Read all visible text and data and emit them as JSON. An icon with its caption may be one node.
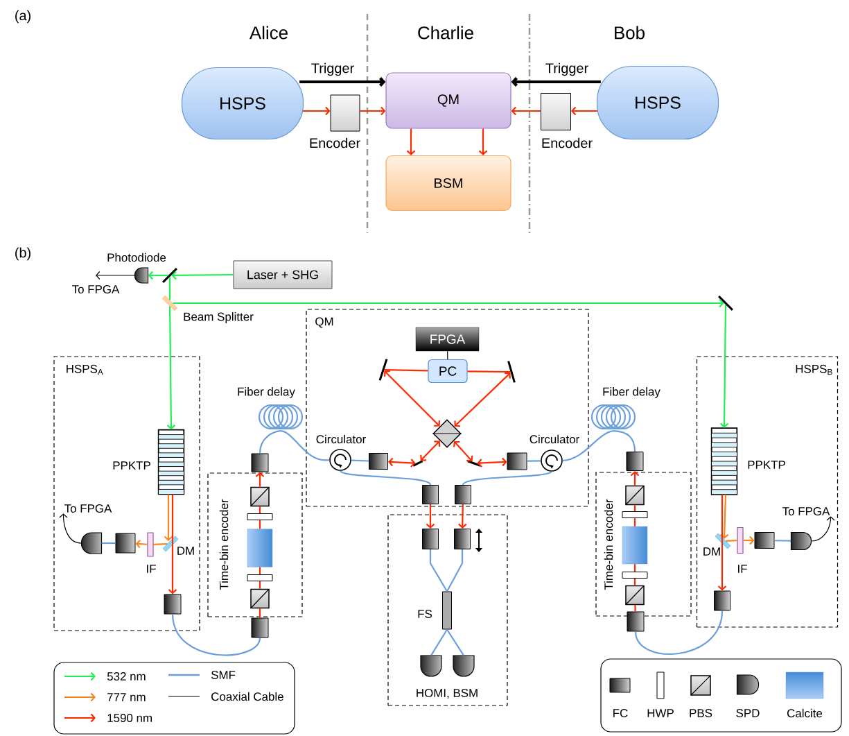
{
  "diagram": {
    "nodes": [
      {
        "text": [
          "HSPS"
        ]
      },
      {
        "text": [
          "Encoder"
        ]
      },
      {
        "text": [
          "QM"
        ]
      },
      {
        "text": [
          "BSM"
        ]
      },
      {
        "text": [
          "Encoder"
        ]
      },
      {
        "text": [
          "HSPS"
        ]
      },
      {
        "text": [
          "Laser + SHG"
        ]
      },
      {
        "text": [
          "Photodiode"
        ]
      },
      {
        "text": [
          "To FPGA"
        ]
      },
      {
        "text": [],
        "shape": "mirror"
      },
      {
        "text": [
          "Beam Splitter"
        ]
      },
      {
        "text": [],
        "shape": "mirror"
      },
      {
        "text": [
          "HSPS$_{A}$"
        ]
      },
      {
        "text": [
          "PPKTP"
        ],
        "in": 12
      },
      {
        "text": [
          "DM"
        ],
        "in": 12
      },
      {
        "text": [
          "IF"
        ],
        "in": 12
      },
      {
        "text": [],
        "shape": "box",
        "in": 12
      },
      {
        "text": [],
        "shape": "detector",
        "in": 12
      },
      {
        "text": [
          "To FPGA"
        ],
        "in": 12
      },
      {
        "text": [],
        "shape": "box",
        "in": 12
      },
      {
        "text": [
          "Time-bin encoder"
        ]
      },
      {
        "text": [],
        "shape": "box"
      },
      {
        "text": [],
        "shape": "cube",
        "in": 20
      },
      {
        "text": [],
        "shape": "plate",
        "in": 20
      },
      {
        "text": [],
        "shape": "crystal",
        "in": 20
      },
      {
        "text": [],
        "shape": "plate",
        "in": 20
      },
      {
        "text": [],
        "shape": "cube",
        "in": 20
      },
      {
        "text": [],
        "shape": "box"
      },
      {
        "text": [
          "Fiber delay"
        ]
      },
      {
        "text": [
          "QM"
        ]
      },
      {
        "text": [
          "FPGA"
        ],
        "in": 29
      },
      {
        "text": [
          "PC"
        ],
        "in": 29
      },
      {
        "text": [],
        "shape": "mirror",
        "in": 29
      },
      {
        "text": [],
        "shape": "mirror",
        "in": 29
      },
      {
        "text": [],
        "shape": "diamond",
        "in": 29
      },
      {
        "text": [
          "Circulator"
        ],
        "in": 29
      },
      {
        "text": [],
        "shape": "box",
        "in": 29
      },
      {
        "text": [],
        "shape": "mirror",
        "in": 29
      },
      {
        "text": [],
        "shape": "mirror",
        "in": 29
      },
      {
        "text": [],
        "shape": "box",
        "in": 29
      },
      {
        "text": [
          "Circulator"
        ],
        "in": 29
      },
      {
        "text": [],
        "shape": "box",
        "in": 29
      },
      {
        "text": [],
        "shape": "box",
        "in": 29
      },
      {
        "text": [
          "HOMI, BSM"
        ]
      },
      {
        "text": [],
        "shape": "box",
        "in": 43
      },
      {
        "text": [],
        "shape": "box",
        "in": 43
      },
      {
        "text": [
          "FS"
        ],
        "in": 43
      },
      {
        "text": [],
        "shape": "detector",
        "in": 43
      },
      {
        "text": [],
        "shape": "detector",
        "in": 43
      },
      {
        "text": [
          "Fiber delay"
        ]
      },
      {
        "text": [
          "Time-bin encoder"
        ]
      },
      {
        "text": [],
        "shape": "box"
      },
      {
        "text": [],
        "shape": "cube",
        "in": 50
      },
      {
        "text": [],
        "shape": "plate",
        "in": 50
      },
      {
        "text": [],
        "shape": "crystal",
        "in": 50
      },
      {
        "text": [],
        "shape": "plate",
        "in": 50
      },
      {
        "text": [],
        "shape": "cube",
        "in": 50
      },
      {
        "text": [],
        "shape": "box"
      },
      {
        "text": [
          "HSPS$_{B}$"
        ]
      },
      {
        "text": [
          "PPKTP"
        ],
        "in": 58
      },
      {
        "text": [
          "DM"
        ],
        "in": 58
      },
      {
        "text": [
          "IF"
        ],
        "in": 58
      },
      {
        "text": [],
        "shape": "box",
        "in": 58
      },
      {
        "text": [],
        "shape": "detector",
        "in": 58
      },
      {
        "text": [
          "To FPGA"
        ],
        "in": 58
      },
      {
        "text": [],
        "shape": "box",
        "in": 58
      }
    ],
    "edges": [
      {
        "from": 0,
        "to": 2,
        "arrow": "to",
        "label": "Trigger",
        "style": "thick",
        "color": "#000000"
      },
      {
        "from": 0,
        "to": 1,
        "arrow": "to",
        "color": "#ff2a00"
      },
      {
        "from": 1,
        "to": 2,
        "arrow": "to",
        "color": "#ff2a00"
      },
      {
        "from": 2,
        "to": 3,
        "arrow": "to",
        "color": "#ff2a00"
      },
      {
        "from": 2,
        "to": 3,
        "arrow": "to",
        "color": "#ff2a00"
      },
      {
        "from": 5,
        "to": 2,
        "arrow": "to",
        "label": "Trigger",
        "style": "thick",
        "color": "#000000"
      },
      {
        "from": 5,
        "to": 4,
        "arrow": "to",
        "color": "#ff2a00"
      },
      {
        "from": 4,
        "to": 2,
        "arrow": "to",
        "color": "#ff2a00"
      },
      {
        "from": 6,
        "to": 9,
        "arrow": "to",
        "color": "#22ee55"
      },
      {
        "from": 9,
        "to": 7,
        "arrow": "to",
        "color": "#22ee55"
      },
      {
        "from": 7,
        "to": 8,
        "arrow": "to",
        "color": "#000000"
      },
      {
        "from": 9,
        "to": 10,
        "arrow": "none",
        "color": "#22ee55"
      },
      {
        "from": 10,
        "to": 11,
        "arrow": "to",
        "color": "#22ee55"
      },
      {
        "from": 10,
        "to": 13,
        "arrow": "to",
        "color": "#22ee55"
      },
      {
        "from": 11,
        "to": 59,
        "arrow": "to",
        "color": "#22ee55"
      },
      {
        "from": 13,
        "to": 14,
        "arrow": "to",
        "color": "#f7861d"
      },
      {
        "from": 13,
        "to": 19,
        "arrow": "to",
        "color": "#ff2a00"
      },
      {
        "from": 14,
        "to": 15,
        "arrow": "none",
        "color": "#f7861d"
      },
      {
        "from": 15,
        "to": 16,
        "arrow": "to",
        "color": "#f7861d"
      },
      {
        "from": 16,
        "to": 17,
        "arrow": "none",
        "color": "#6a9fdc"
      },
      {
        "from": 17,
        "to": 18,
        "arrow": "to",
        "color": "#000000"
      },
      {
        "from": 19,
        "to": 21,
        "arrow": "none",
        "color": "#6a9fdc"
      },
      {
        "from": 21,
        "to": 26,
        "arrow": "none",
        "color": "#ff2a00"
      },
      {
        "from": 26,
        "to": 25,
        "arrow": "none",
        "color": "#ff2a00"
      },
      {
        "from": 25,
        "to": 24,
        "arrow": "none",
        "color": "#ff2a00"
      },
      {
        "from": 24,
        "to": 23,
        "arrow": "none",
        "color": "#ff2a00"
      },
      {
        "from": 23,
        "to": 22,
        "arrow": "none",
        "color": "#ff2a00"
      },
      {
        "from": 22,
        "to": 27,
        "arrow": "to",
        "color": "#ff2a00"
      },
      {
        "from": 27,
        "to": 28,
        "arrow": "none",
        "color": "#6a9fdc"
      },
      {
        "from": 28,
        "to": 35,
        "arrow": "none",
        "color": "#6a9fdc"
      },
      {
        "from": 35,
        "to": 36,
        "arrow": "none",
        "color": "#6a9fdc"
      },
      {
        "from": 36,
        "to": 37,
        "arrow": "both",
        "color": "#ff2a00"
      },
      {
        "from": 37,
        "to": 34,
        "arrow": "both",
        "color": "#ff2a00"
      },
      {
        "from": 34,
        "to": 32,
        "arrow": "both",
        "color": "#ff2a00"
      },
      {
        "from": 32,
        "to": 31,
        "arrow": "none",
        "color": "#ff2a00"
      },
      {
        "from": 31,
        "to": 33,
        "arrow": "none",
        "color": "#ff2a00"
      },
      {
        "from": 33,
        "to": 34,
        "arrow": "both",
        "color": "#ff2a00"
      },
      {
        "from": 34,
        "to": 38,
        "arrow": "both",
        "color": "#ff2a00"
      },
      {
        "from": 38,
        "to": 39,
        "arrow": "both",
        "color": "#ff2a00"
      },
      {
        "from": 30,
        "to": 31,
        "arrow": "none",
        "color": "#000000"
      },
      {
        "from": 35,
        "to": 41,
        "arrow": "none",
        "color": "#6a9fdc"
      },
      {
        "from": 39,
        "to": 40,
        "arrow": "none",
        "color": "#6a9fdc"
      },
      {
        "from": 40,
        "to": 42,
        "arrow": "none",
        "color": "#6a9fdc"
      },
      {
        "from": 40,
        "to": 49,
        "arrow": "none",
        "color": "#6a9fdc"
      },
      {
        "from": 41,
        "to": 44,
        "arrow": "to",
        "color": "#ff2a00"
      },
      {
        "from": 42,
        "to": 45,
        "arrow": "to",
        "color": "#ff2a00"
      },
      {
        "from": 44,
        "to": 46,
        "arrow": "none",
        "color": "#6a9fdc"
      },
      {
        "from": 45,
        "to": 46,
        "arrow": "none",
        "color": "#6a9fdc"
      },
      {
        "from": 46,
        "to": 47,
        "arrow": "none",
        "color": "#6a9fdc"
      },
      {
        "from": 46,
        "to": 48,
        "arrow": "none",
        "color": "#6a9fdc"
      },
      {
        "from": 49,
        "to": 51,
        "arrow": "none",
        "color": "#6a9fdc"
      },
      {
        "from": 57,
        "to": 56,
        "arrow": "none",
        "color": "#ff2a00"
      },
      {
        "from": 56,
        "to": 55,
        "arrow": "none",
        "color": "#ff2a00"
      },
      {
        "from": 55,
        "to": 54,
        "arrow": "none",
        "color": "#ff2a00"
      },
      {
        "from": 54,
        "to": 53,
        "arrow": "none",
        "color": "#ff2a00"
      },
      {
        "from": 53,
        "to": 52,
        "arrow": "none",
        "color": "#ff2a00"
      },
      {
        "from": 52,
        "to": 51,
        "arrow": "to",
        "color": "#ff2a00"
      },
      {
        "from": 65,
        "to": 57,
        "arrow": "none",
        "color": "#6a9fdc"
      },
      {
        "from": 59,
        "to": 60,
        "arrow": "to",
        "color": "#f7861d"
      },
      {
        "from": 59,
        "to": 65,
        "arrow": "to",
        "color": "#ff2a00"
      },
      {
        "from": 60,
        "to": 61,
        "arrow": "none",
        "color": "#f7861d"
      },
      {
        "from": 61,
        "to": 62,
        "arrow": "to",
        "color": "#f7861d"
      },
      {
        "from": 62,
        "to": 63,
        "arrow": "none",
        "color": "#6a9fdc"
      },
      {
        "from": 63,
        "to": 64,
        "arrow": "to",
        "color": "#000000"
      }
    ],
    "labels": [
      "(a)",
      "Alice",
      "Charlie",
      "Bob",
      "(b)"
    ],
    "legend": [
      {
        "text": "532 nm"
      },
      {
        "text": "SMF"
      },
      {
        "text": "777 nm"
      },
      {
        "text": "Coaxial Cable"
      },
      {
        "text": "1590 nm"
      },
      {
        "text": "FC"
      },
      {
        "text": "HWP"
      },
      {
        "text": "PBS"
      },
      {
        "text": "SPD"
      },
      {
        "text": "Calcite"
      }
    ]
  }
}
